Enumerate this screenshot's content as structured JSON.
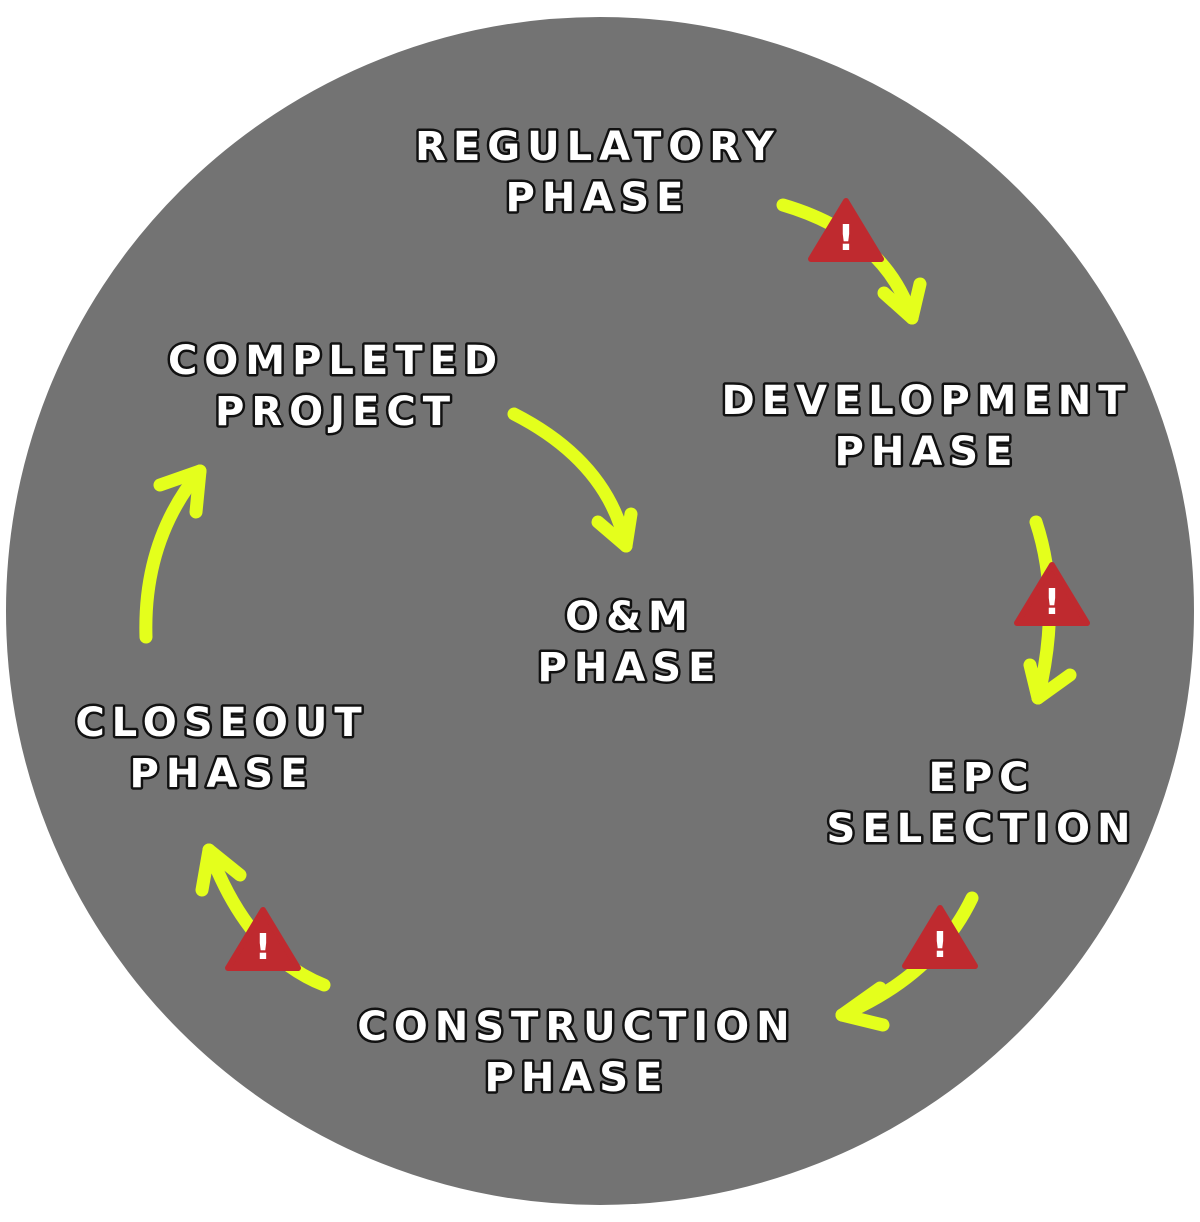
{
  "colors": {
    "background_circle": "#737373",
    "label_text": "#ffffff",
    "label_outline": "#111111",
    "arrow": "#e4ff1c",
    "warning_fill": "#bf2a2f",
    "warning_mark": "#ffffff"
  },
  "phases": {
    "regulatory": {
      "line1": "REGULATORY",
      "line2": "PHASE"
    },
    "development": {
      "line1": "DEVELOPMENT",
      "line2": "PHASE"
    },
    "epc": {
      "line1": "EPC",
      "line2": "SELECTION"
    },
    "construction": {
      "line1": "CONSTRUCTION",
      "line2": "PHASE"
    },
    "closeout": {
      "line1": "CLOSEOUT",
      "line2": "PHASE"
    },
    "completed": {
      "line1": "COMPLETED",
      "line2": "PROJECT"
    },
    "om": {
      "line1": "O&M",
      "line2": "PHASE"
    }
  },
  "warning_icon": {
    "icon": "warning-triangle-icon",
    "mark": "!"
  },
  "arrows": [
    {
      "from": "REGULATORY PHASE",
      "to": "DEVELOPMENT PHASE",
      "warning": true
    },
    {
      "from": "DEVELOPMENT PHASE",
      "to": "EPC SELECTION",
      "warning": true
    },
    {
      "from": "EPC SELECTION",
      "to": "CONSTRUCTION PHASE",
      "warning": true
    },
    {
      "from": "CONSTRUCTION PHASE",
      "to": "CLOSEOUT PHASE",
      "warning": true
    },
    {
      "from": "CLOSEOUT PHASE",
      "to": "COMPLETED PROJECT",
      "warning": false
    },
    {
      "from": "COMPLETED PROJECT",
      "to": "O&M PHASE",
      "warning": false
    }
  ]
}
